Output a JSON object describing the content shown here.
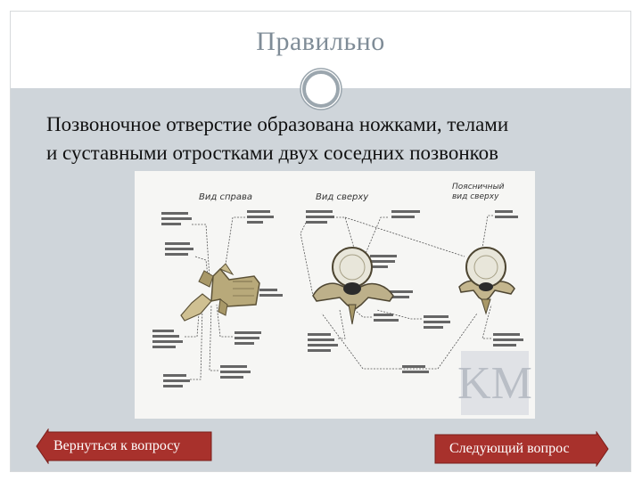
{
  "slide": {
    "title": "Правильно",
    "body_line1": "Позвоночное отверстие образована ножками, телами",
    "body_line2": "и суставными отростками двух соседних позвонков"
  },
  "figure": {
    "view_labels": [
      "Вид справа",
      "Вид сверху",
      "Поясничный",
      "вид сверху"
    ],
    "watermark": "KM"
  },
  "navigation": {
    "back_label": "Вернуться к вопросу",
    "next_label": "Следующий вопрос"
  },
  "colors": {
    "title": "#7f8c97",
    "body_band": "#cfd5da",
    "button_fill": "#a8312c"
  }
}
